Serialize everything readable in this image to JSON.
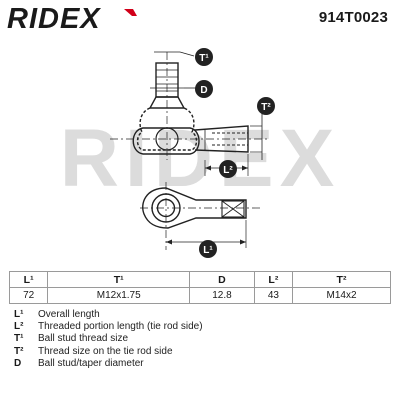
{
  "header": {
    "brand": "RIDEX",
    "part_number": "914T0023"
  },
  "watermark": "RIDEX",
  "drawing_labels": {
    "t1": "T¹",
    "d": "D",
    "t2": "T²",
    "l2": "L²",
    "l1": "L¹"
  },
  "spec_table": {
    "headers": [
      "L¹",
      "T¹",
      "D",
      "L²",
      "T²"
    ],
    "values": [
      "72",
      "M12x1.75",
      "12.8",
      "43",
      "M14x2"
    ]
  },
  "legend": [
    {
      "key": "L¹",
      "desc": "Overall length"
    },
    {
      "key": "L²",
      "desc": "Threaded portion length (tie rod side)"
    },
    {
      "key": "T¹",
      "desc": "Ball stud thread size"
    },
    {
      "key": "T²",
      "desc": "Thread size on the tie rod side"
    },
    {
      "key": "D",
      "desc": "Ball stud/taper diameter"
    }
  ],
  "colors": {
    "brand": "#1a1a1a",
    "accent": "#d10019",
    "watermark": "#dcdcdc",
    "line": "#222222"
  }
}
